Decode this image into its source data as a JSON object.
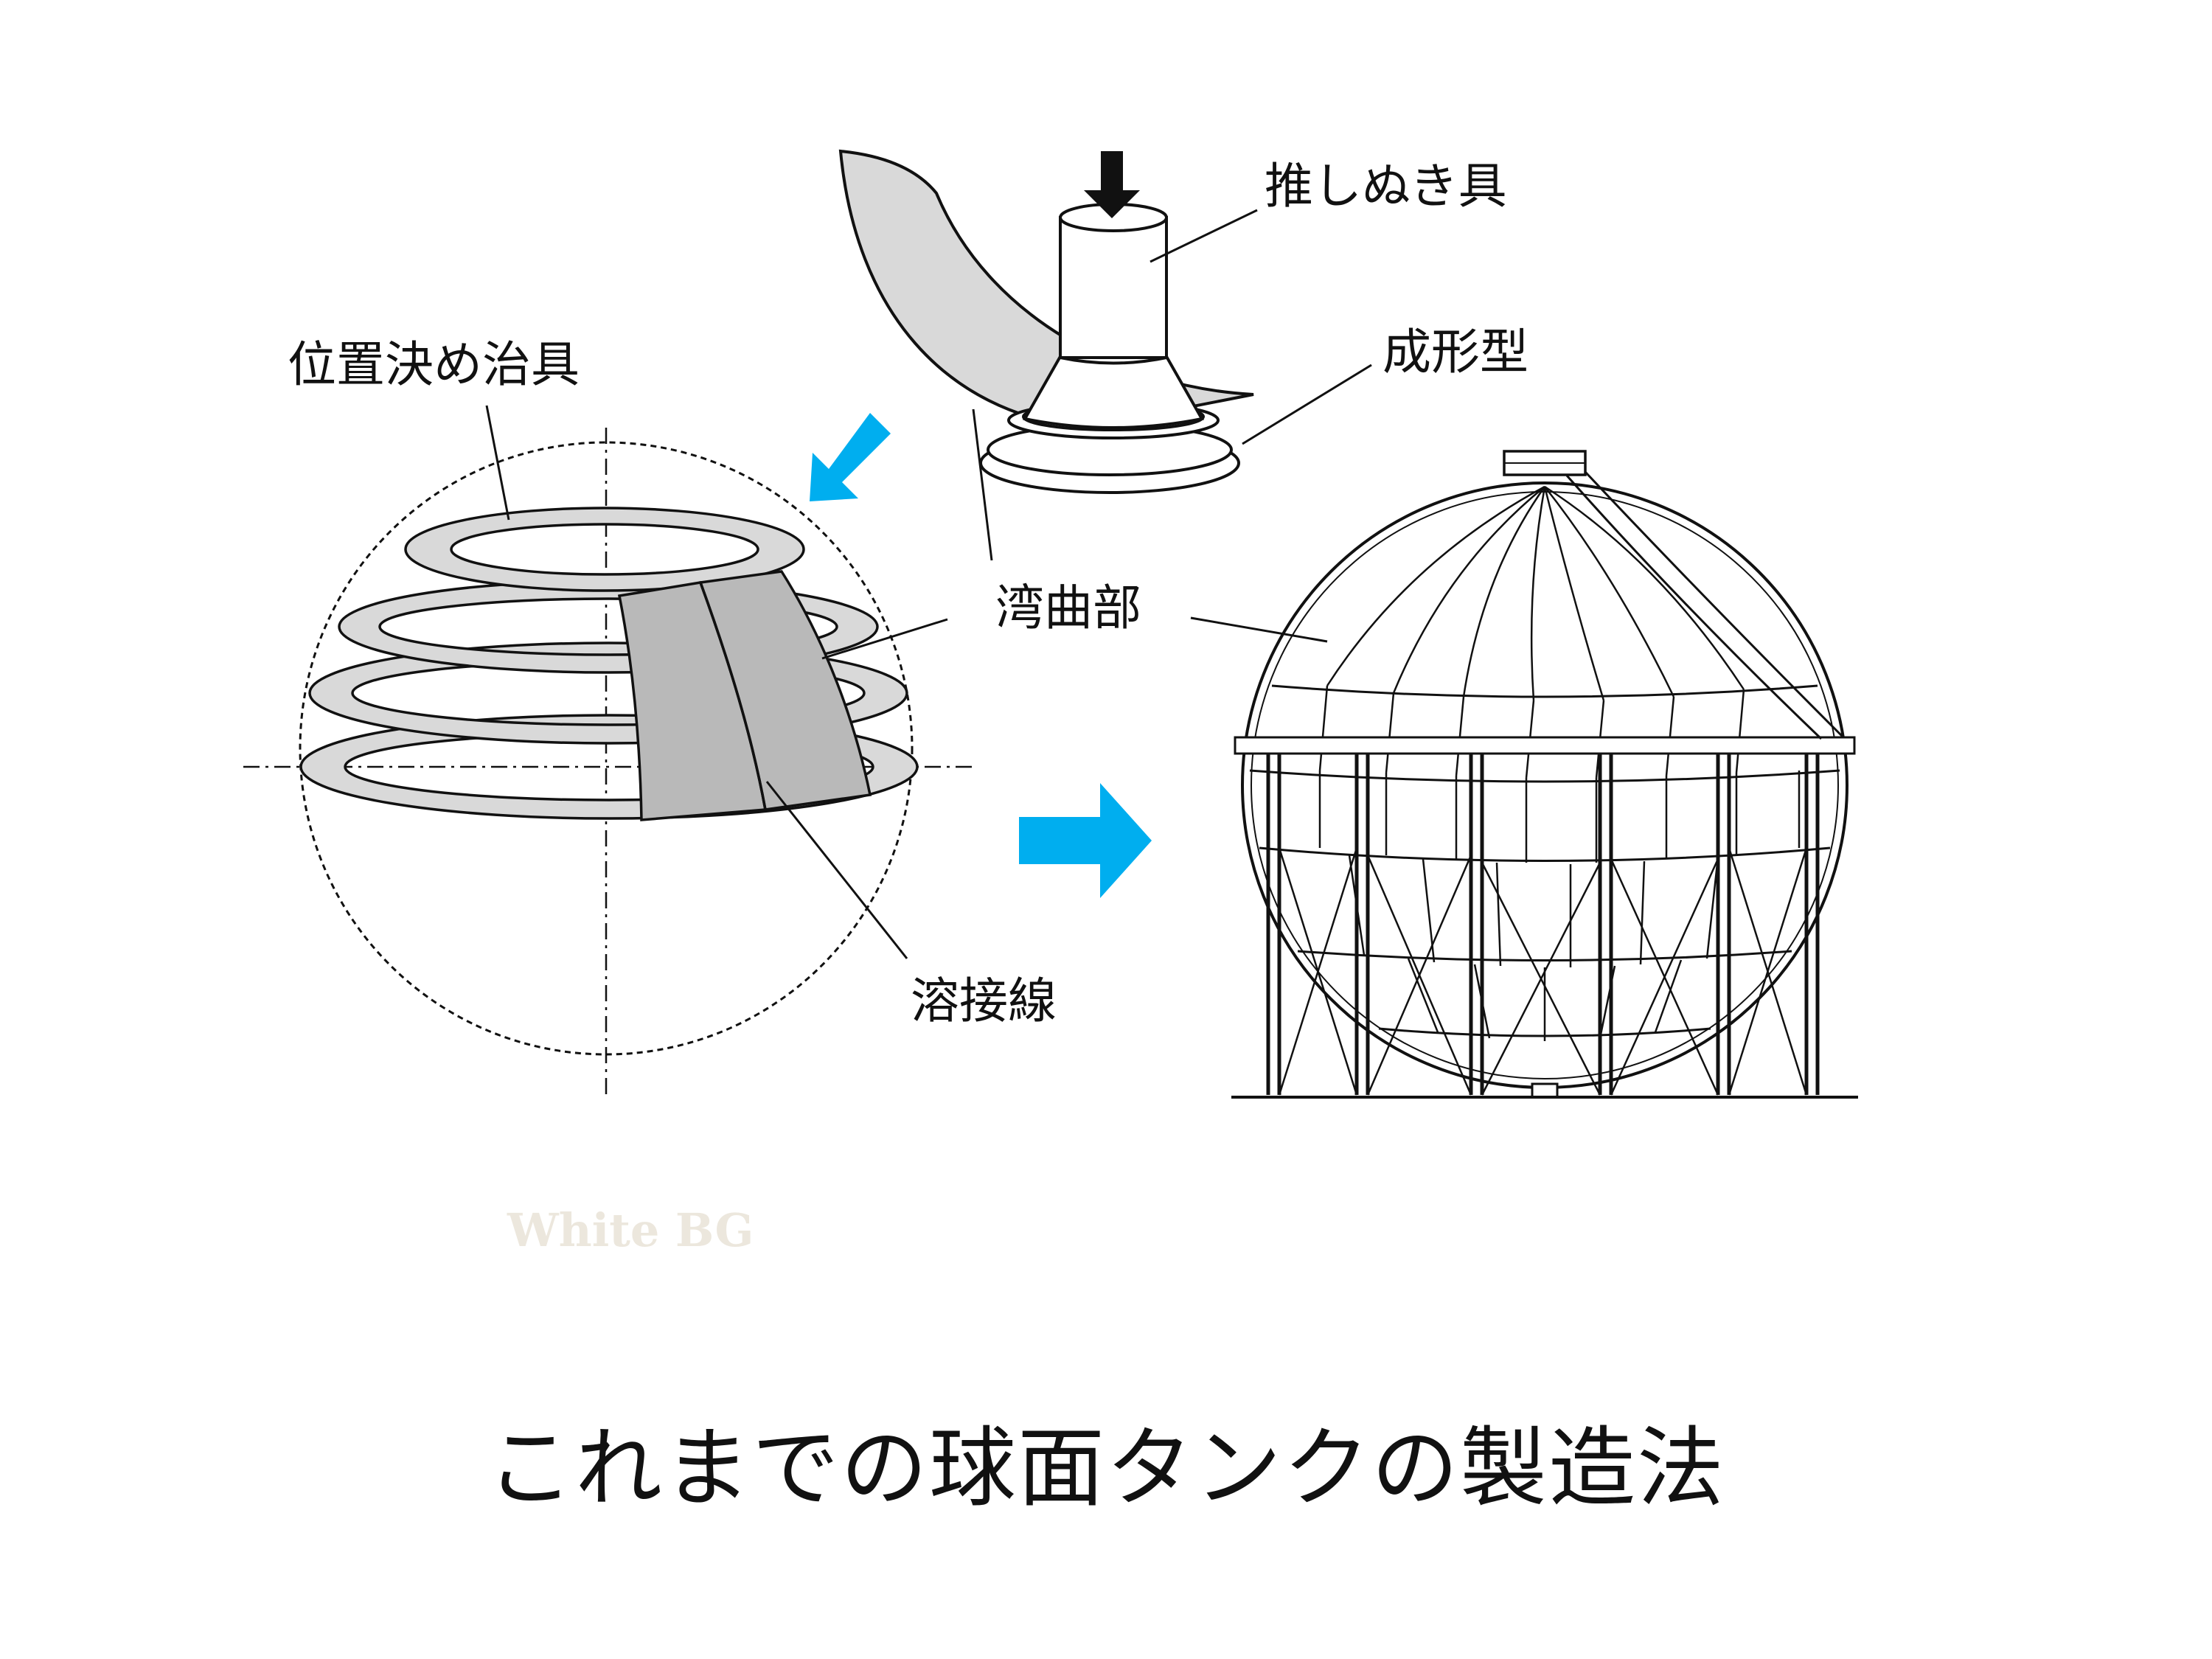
{
  "labels": {
    "punch_tool": "推しぬき具",
    "forming_die": "成形型",
    "positioning_jig": "位置決め治具",
    "curved_part": "湾曲部",
    "weld_line": "溶接線"
  },
  "watermark": "White BG",
  "title": "これまでの球面タンクの製造法",
  "colors": {
    "panel_fill": "#d9d9d9",
    "weld_panel_fill": "#b9b9b9",
    "arrow_blue": "#00aeef",
    "ink": "#111111"
  },
  "icons": {
    "press_arrow": "down-arrow-icon",
    "flow_arrow_diagonal": "diagonal-arrow-icon",
    "flow_arrow_right": "right-arrow-icon"
  }
}
